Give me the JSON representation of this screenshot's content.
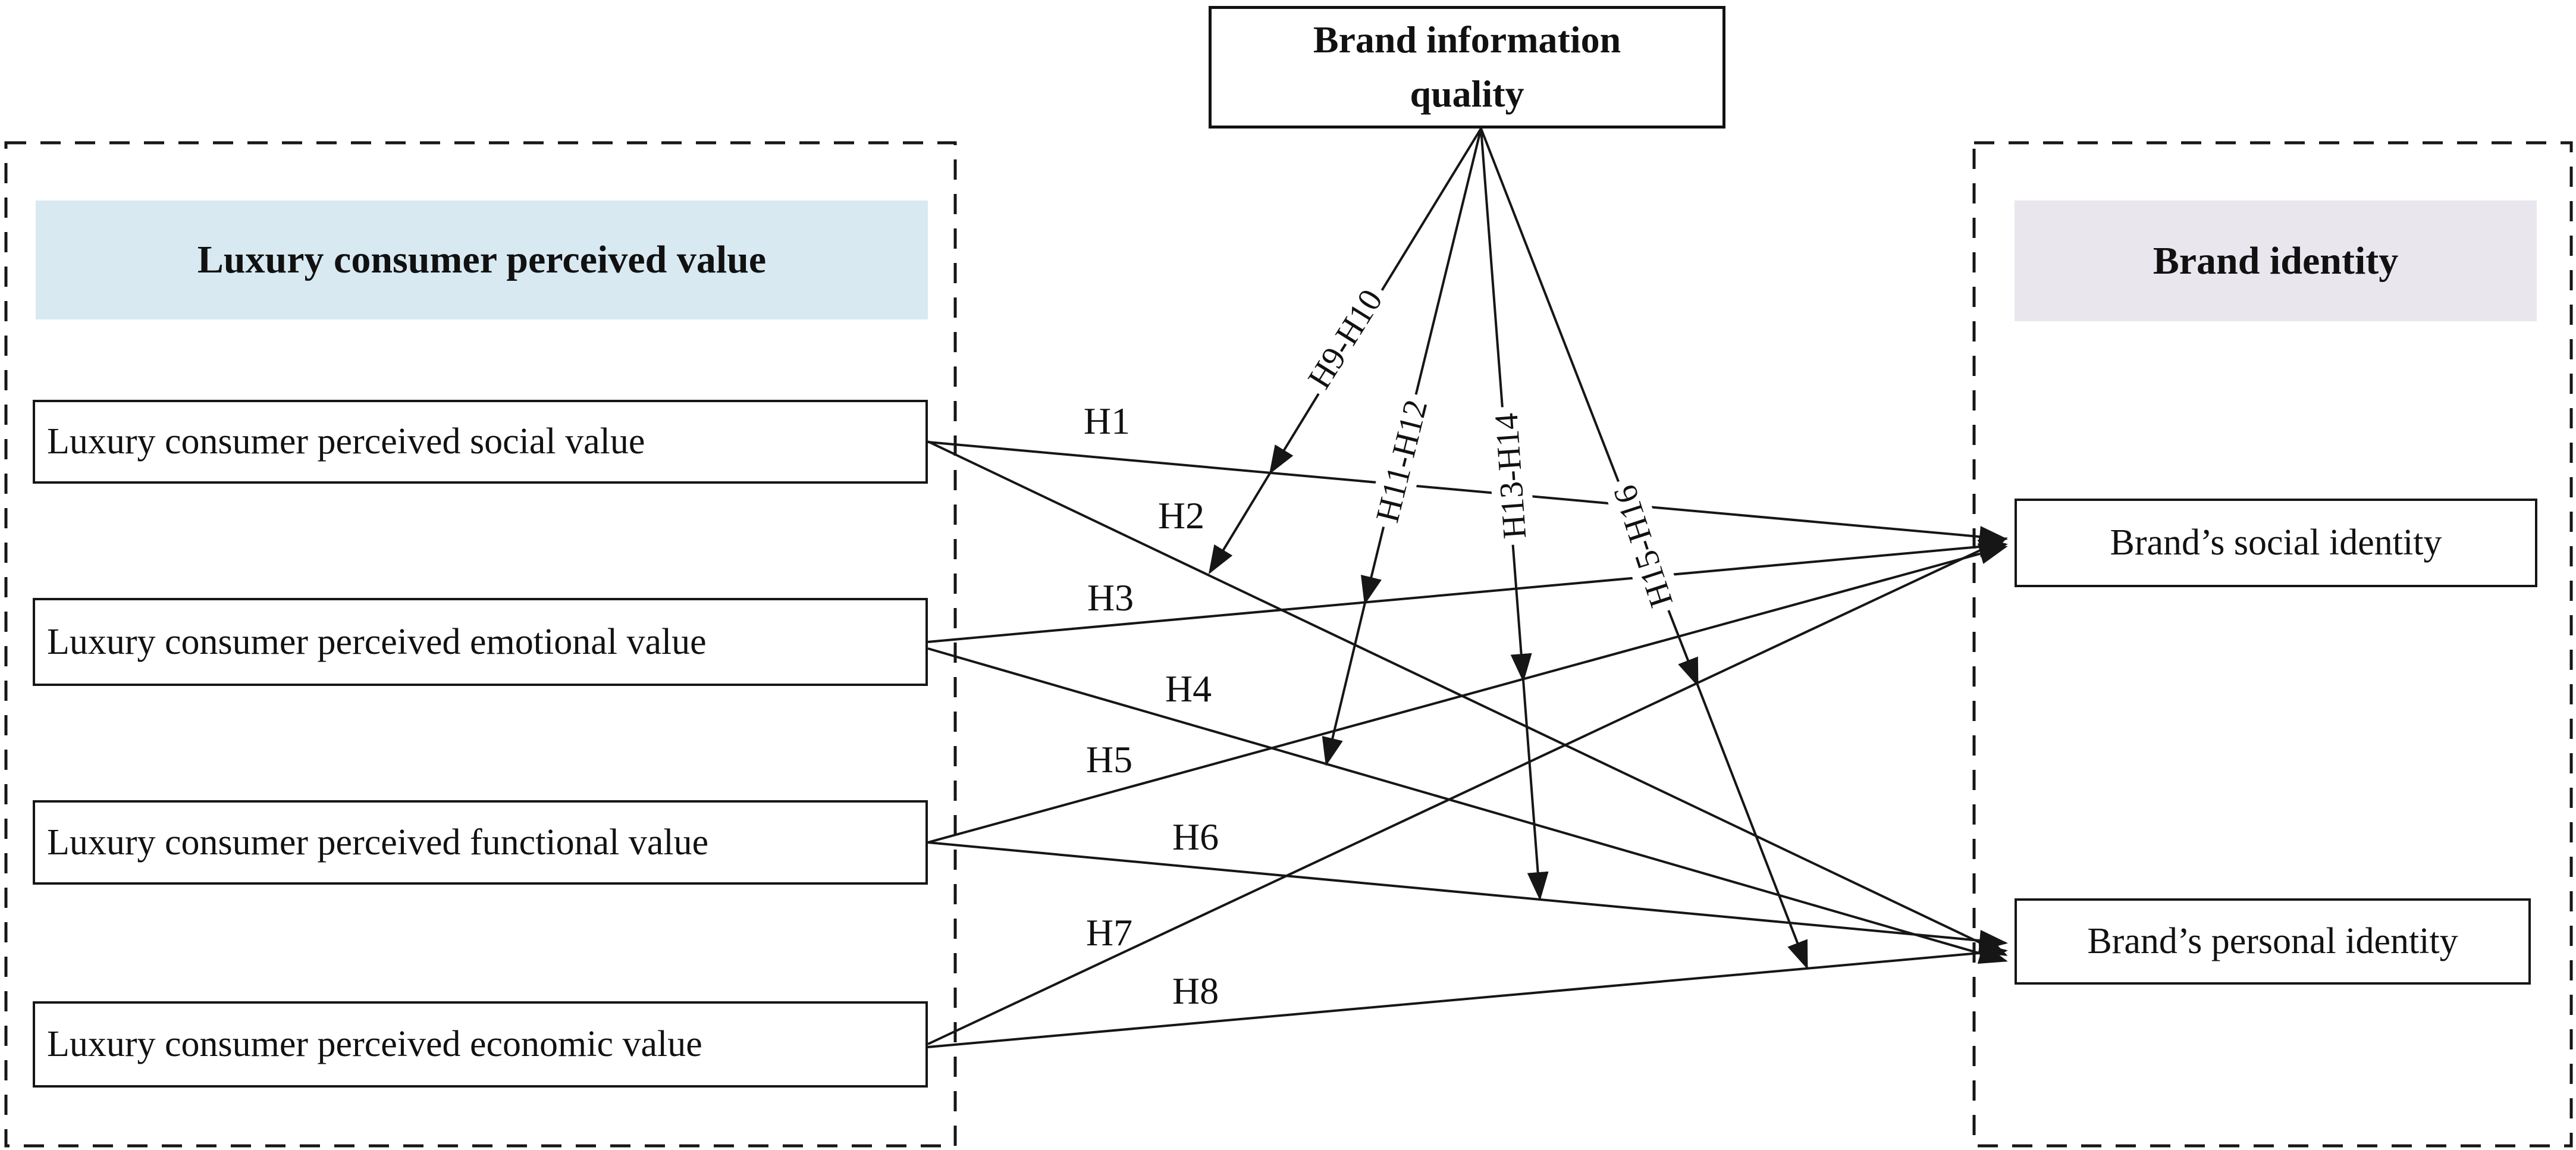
{
  "title_box": {
    "label": "Brand information\nquality"
  },
  "left_panel": {
    "title": "Luxury consumer perceived value",
    "items": [
      {
        "label": "Luxury consumer perceived social value"
      },
      {
        "label": "Luxury consumer perceived emotional value"
      },
      {
        "label": "Luxury consumer perceived functional value"
      },
      {
        "label": "Luxury consumer perceived economic value"
      }
    ]
  },
  "right_panel": {
    "title": "Brand identity",
    "items": [
      {
        "label": "Brand’s social identity"
      },
      {
        "label": "Brand’s personal identity"
      }
    ]
  },
  "hypotheses": {
    "direct": [
      {
        "label": "H1",
        "from": "Luxury consumer perceived social value",
        "to": "Brand’s social identity"
      },
      {
        "label": "H2",
        "from": "Luxury consumer perceived social value",
        "to": "Brand’s personal identity"
      },
      {
        "label": "H3",
        "from": "Luxury consumer perceived emotional value",
        "to": "Brand’s social identity"
      },
      {
        "label": "H4",
        "from": "Luxury consumer perceived emotional value",
        "to": "Brand’s personal identity"
      },
      {
        "label": "H5",
        "from": "Luxury consumer perceived functional value",
        "to": "Brand’s social identity"
      },
      {
        "label": "H6",
        "from": "Luxury consumer perceived functional value",
        "to": "Brand’s personal identity"
      },
      {
        "label": "H7",
        "from": "Luxury consumer perceived economic value",
        "to": "Brand’s social identity"
      },
      {
        "label": "H8",
        "from": "Luxury consumer perceived economic value",
        "to": "Brand’s personal identity"
      }
    ],
    "moderation": [
      {
        "label": "H9-H10",
        "from": "Brand information quality",
        "moderates": [
          "H1",
          "H2"
        ]
      },
      {
        "label": "H11-H12",
        "from": "Brand information quality",
        "moderates": [
          "H3",
          "H4"
        ]
      },
      {
        "label": "H13-H14",
        "from": "Brand information quality",
        "moderates": [
          "H5",
          "H6"
        ]
      },
      {
        "label": "H15-H16",
        "from": "Brand information quality",
        "moderates": [
          "H7",
          "H8"
        ]
      }
    ]
  },
  "colors": {
    "left_header_bg": "#d9e9f2",
    "right_header_bg": "#eae6ee",
    "line": "#161616"
  }
}
